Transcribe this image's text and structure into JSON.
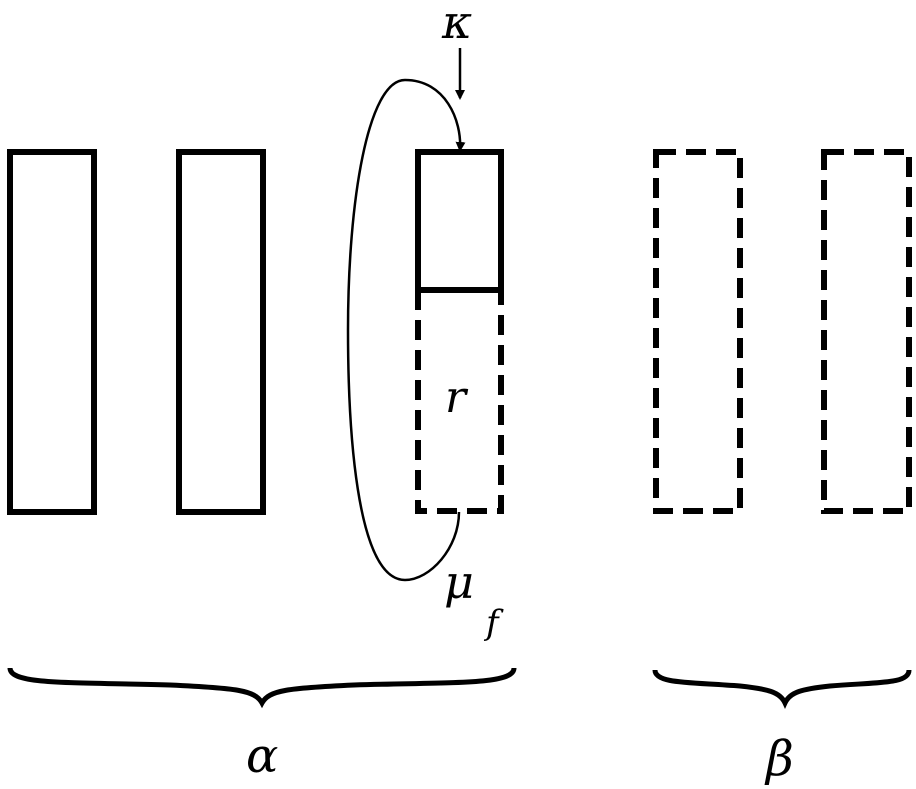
{
  "labels": {
    "kappa": "κ",
    "r": "r",
    "mu": "μ",
    "f": "f",
    "alpha": "α",
    "beta": "β"
  },
  "colors": {
    "stroke": "#000000",
    "background": "#ffffff"
  }
}
